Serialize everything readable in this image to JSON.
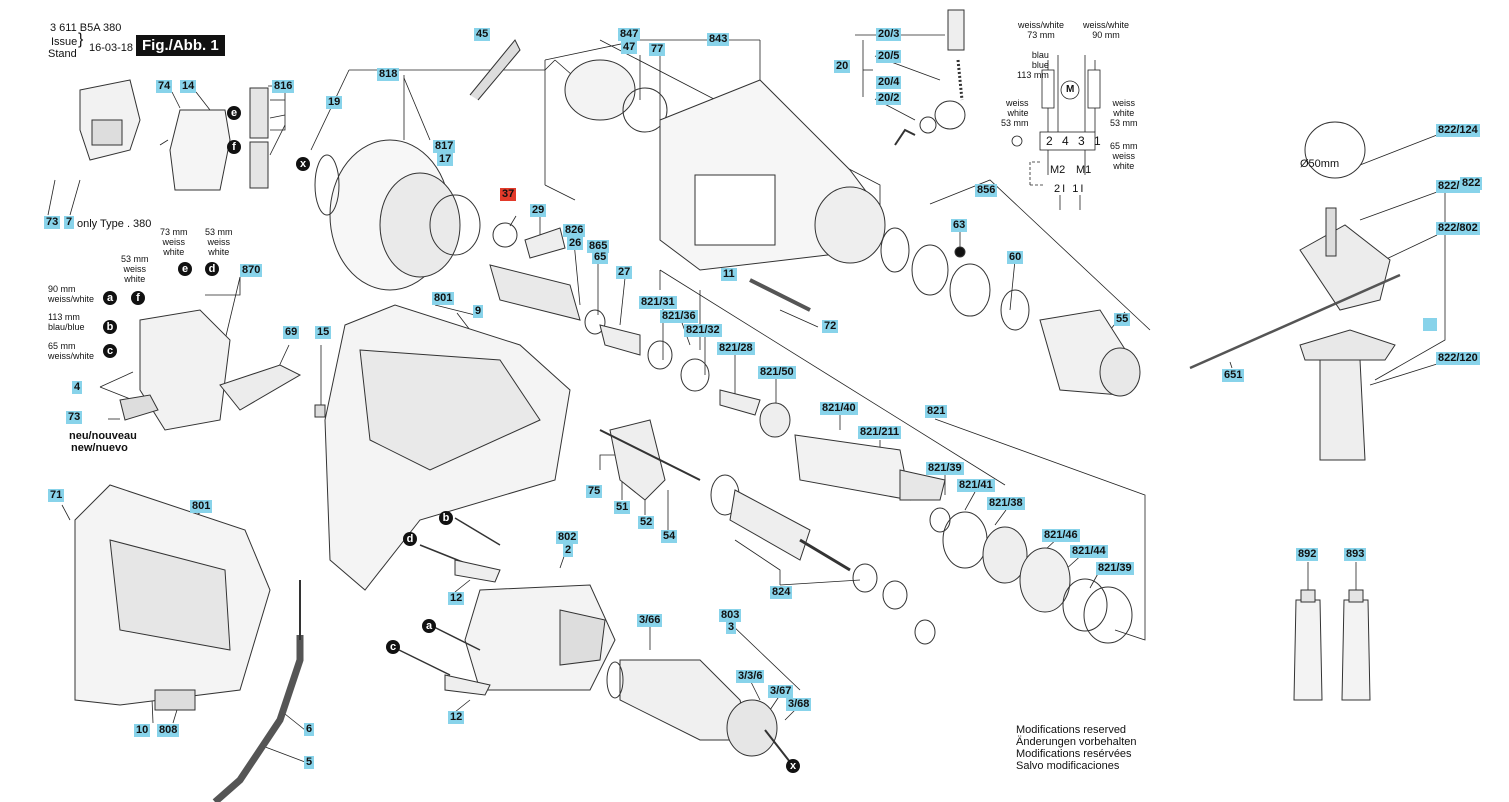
{
  "header": {
    "drawing_no": "3 611 B5A 380",
    "issue": "Issue",
    "stand": "Stand",
    "date": "16-03-18",
    "fig": "Fig./Abb. 1"
  },
  "parts": {
    "p45": "45",
    "p847": "847",
    "p47": "47",
    "p77": "77",
    "p843": "843",
    "p818": "818",
    "p19": "19",
    "p817": "817",
    "p17": "17",
    "p74": "74",
    "p14": "14",
    "p816": "816",
    "p73a": "73",
    "p7": "7",
    "p37": "37",
    "p29": "29",
    "p826": "826",
    "p26": "26",
    "p865": "865",
    "p65": "65",
    "p27": "27",
    "p11": "11",
    "p870": "870",
    "p801a": "801",
    "p9": "9",
    "p69": "69",
    "p15": "15",
    "p4": "4",
    "p73b": "73",
    "p821_31": "821/31",
    "p821_36": "821/36",
    "p821_32": "821/32",
    "p821_28": "821/28",
    "p821_50": "821/50",
    "p821_40": "821/40",
    "p821": "821",
    "p821_211": "821/211",
    "p821_39a": "821/39",
    "p821_41": "821/41",
    "p821_38": "821/38",
    "p821_46": "821/46",
    "p821_44": "821/44",
    "p821_39b": "821/39",
    "p72": "72",
    "p856": "856",
    "p63": "63",
    "p60": "60",
    "p55": "55",
    "p20_3": "20/3",
    "p20_5": "20/5",
    "p20": "20",
    "p20_4": "20/4",
    "p20_2": "20/2",
    "p822_124": "822/124",
    "p822_125": "822/125",
    "p822": "822",
    "p822_802": "822/802",
    "p822_120": "822/120",
    "p651": "651",
    "p75": "75",
    "p51": "51",
    "p52": "52",
    "p54": "54",
    "p824": "824",
    "p71": "71",
    "p801b": "801",
    "p802": "802",
    "p2": "2",
    "p12a": "12",
    "p12b": "12",
    "p3_66": "3/66",
    "p803": "803",
    "p3": "3",
    "p3_3_6": "3/3/6",
    "p3_67": "3/67",
    "p3_68": "3/68",
    "p10": "10",
    "p808": "808",
    "p6": "6",
    "p5": "5",
    "p892": "892",
    "p893": "893"
  },
  "notes": {
    "only_type": "only Type . 380",
    "neu": "neu/nouveau",
    "new": "new/nuevo",
    "dia50": "Ø50mm"
  },
  "wiring_left": {
    "w73": [
      "73 mm",
      "weiss",
      "white"
    ],
    "w53top": [
      "53 mm",
      "weiss",
      "white"
    ],
    "w53": [
      "53 mm",
      "weiss",
      "white"
    ],
    "w90": [
      "90 mm",
      "weiss/white"
    ],
    "w113": [
      "113 mm",
      "blau/blue"
    ],
    "w65": [
      "65 mm",
      "weiss/white"
    ]
  },
  "letters": {
    "e": "e",
    "d": "d",
    "a": "a",
    "f": "f",
    "b": "b",
    "c": "c",
    "x": "x"
  },
  "schematic": {
    "ww73": [
      "weiss/white",
      "73 mm"
    ],
    "ww90": [
      "weiss/white",
      "90 mm"
    ],
    "blau": [
      "blau",
      "blue",
      "113 mm"
    ],
    "weiss53l": [
      "weiss",
      "white",
      "53 mm"
    ],
    "weiss53r": [
      "weiss",
      "white",
      "53 mm"
    ],
    "weiss65": [
      "65 mm",
      "weiss",
      "white"
    ],
    "terminals": "2 4 3 1",
    "m2": "M2",
    "m1": "M1",
    "bottom": "2I 1I",
    "motor": "M"
  },
  "modifications": [
    "Modifications reserved",
    "Änderungen vorbehalten",
    "Modifications resérvées",
    "Salvo modificaciones"
  ],
  "colors": {
    "tag": "#88d3ea",
    "highlight": "#e23a2a",
    "line": "#222222"
  }
}
